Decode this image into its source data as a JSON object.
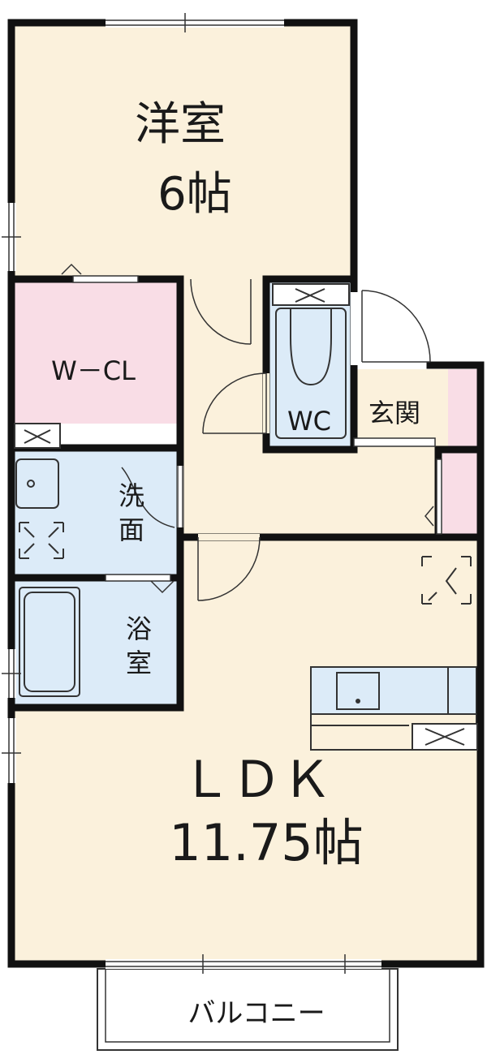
{
  "rooms": {
    "western": {
      "name": "洋室",
      "size": "6帖"
    },
    "wcl": {
      "name": "W－CL"
    },
    "wc": {
      "name": "WC"
    },
    "entrance": {
      "name": "玄関"
    },
    "washroom": {
      "name_line1": "洗",
      "name_line2": "面"
    },
    "bath": {
      "name_line1": "浴",
      "name_line2": "室"
    },
    "ldk": {
      "name": "ＬＤＫ",
      "size": "11.75帖"
    },
    "balcony": {
      "name": "バルコニー"
    }
  },
  "colors": {
    "wall": "#111111",
    "western_floor": "#fbf1dc",
    "ldk_floor": "#fbf1dc",
    "hall_floor": "#fbf1dc",
    "wcl_floor": "#f9dde6",
    "wet_floor": "#dcebf8",
    "entrance_floor": "#fbf1dc",
    "shoebox": "#f9dde6",
    "kitchen_counter": "#dcebf8",
    "balcony_floor": "#ffffff"
  }
}
